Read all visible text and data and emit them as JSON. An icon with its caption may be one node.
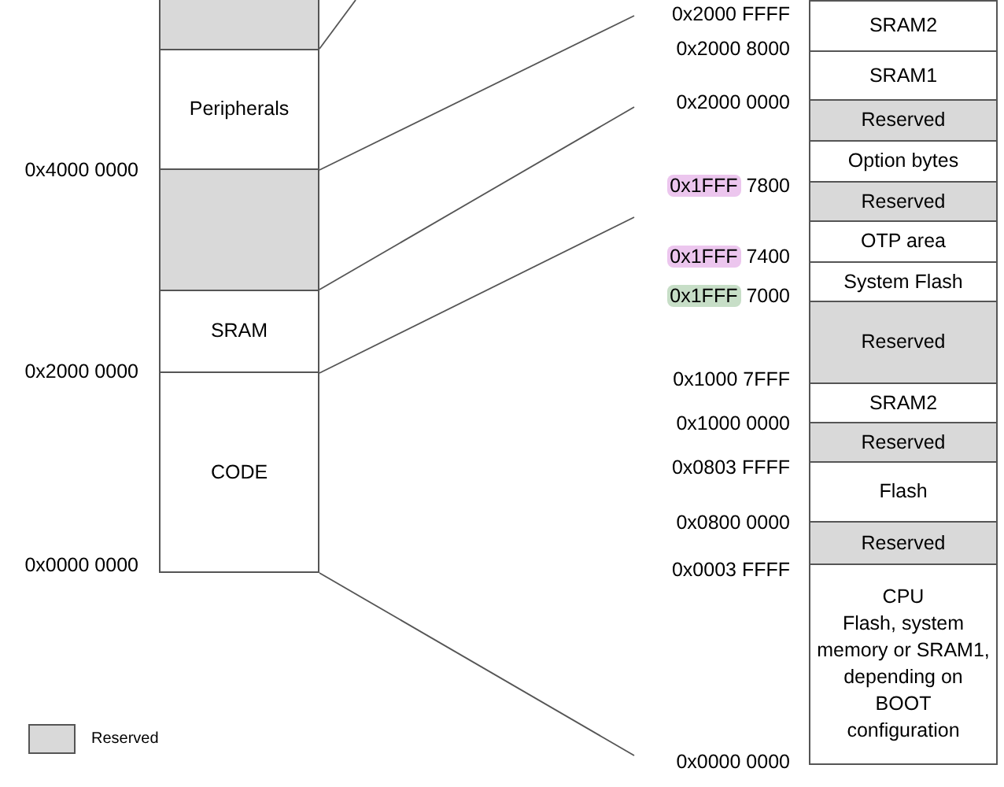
{
  "diagram": {
    "nodes": [
      {
        "text": [],
        "shape": "box"
      },
      {
        "text": [
          "Peripherals"
        ]
      },
      {
        "text": [],
        "shape": "box"
      },
      {
        "text": [
          "SRAM"
        ]
      },
      {
        "text": [
          "CODE"
        ]
      },
      {
        "text": [
          "SRAM2"
        ]
      },
      {
        "text": [
          "SRAM1"
        ]
      },
      {
        "text": [
          "Reserved"
        ]
      },
      {
        "text": [
          "Option bytes"
        ]
      },
      {
        "text": [
          "Reserved"
        ]
      },
      {
        "text": [
          "OTP area"
        ]
      },
      {
        "text": [
          "System Flash"
        ]
      },
      {
        "text": [
          "Reserved"
        ]
      },
      {
        "text": [
          "SRAM2"
        ]
      },
      {
        "text": [
          "Reserved"
        ]
      },
      {
        "text": [
          "Flash"
        ]
      },
      {
        "text": [
          "Reserved"
        ]
      },
      {
        "text": [
          "CPU",
          "Flash, system memory or SRAM1, depending on BOOT configuration"
        ]
      }
    ],
    "edges": [
      {
        "from": 1,
        "to": null,
        "arrow": "none"
      },
      {
        "from": 1,
        "to": null,
        "arrow": "none"
      },
      {
        "from": 3,
        "to": null,
        "arrow": "none"
      },
      {
        "from": 3,
        "to": null,
        "arrow": "none"
      },
      {
        "from": 4,
        "to": null,
        "arrow": "none"
      }
    ],
    "labels": [
      "0x4000 0000",
      "0x2000 0000",
      "0x0000 0000",
      "0x2000 FFFF",
      "0x2000 8000",
      "0x2000 0000",
      "0x1FFF 7800",
      "0x1FFF 7400",
      "0x1FFF 7000",
      "0x1000 7FFF",
      "0x1000 0000",
      "0x0803 FFFF",
      "0x0800 0000",
      "0x0003 FFFF",
      "0x0000 0000"
    ],
    "legend": [
      {
        "text": "Reserved",
        "color": "#d9d9d9"
      }
    ]
  }
}
